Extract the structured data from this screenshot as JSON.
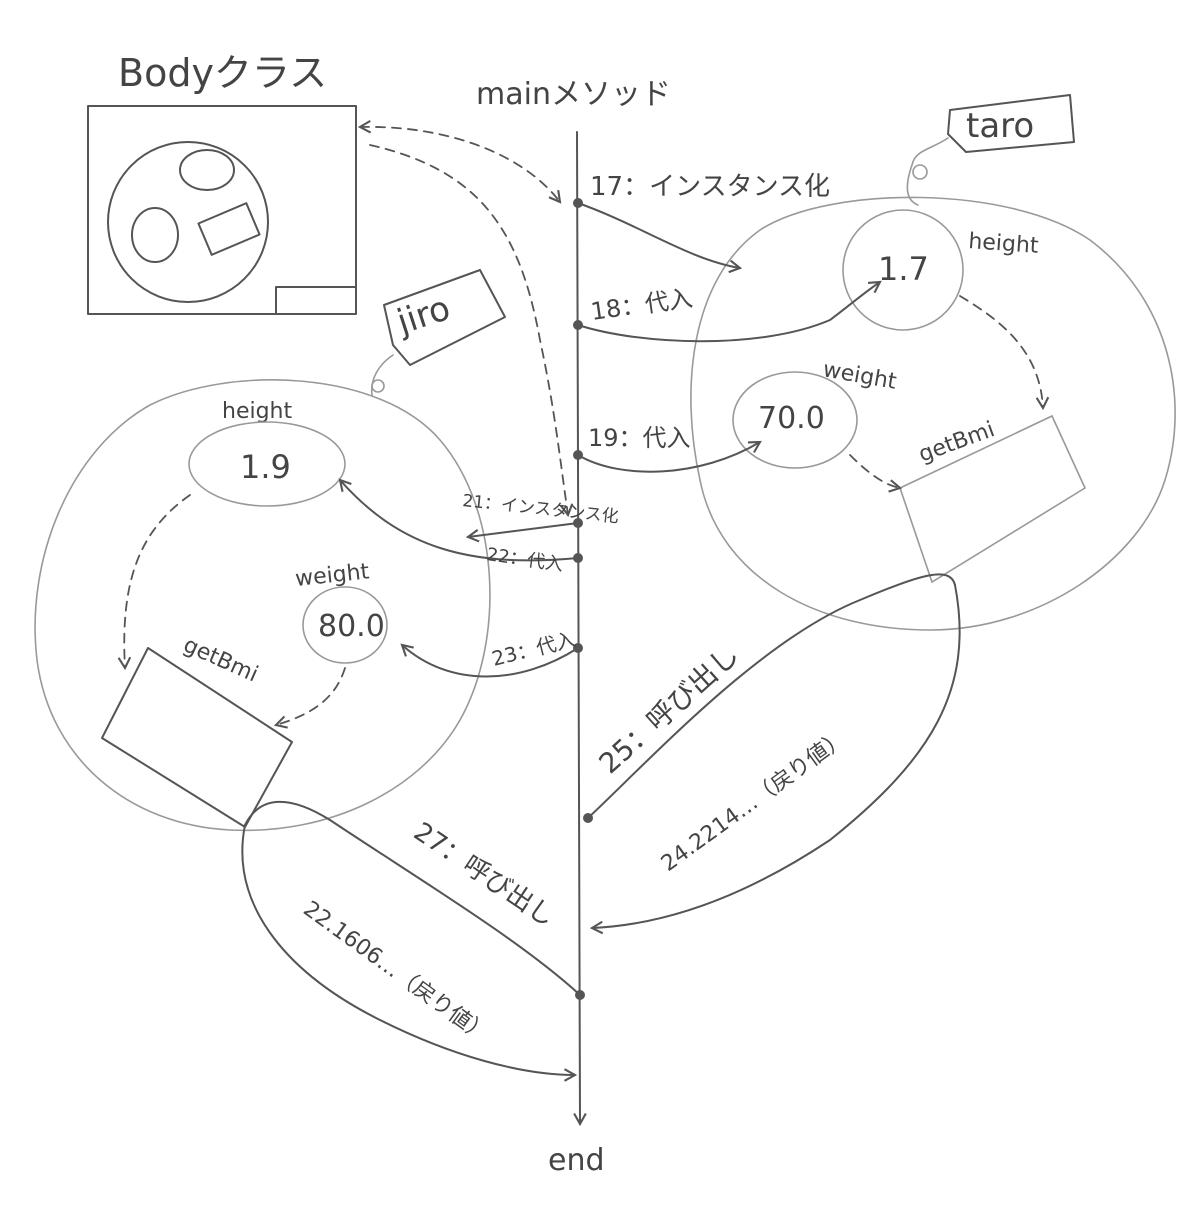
{
  "diagram": {
    "title_class": "Bodyクラス",
    "title_main": "mainメソッド",
    "end_label": "end",
    "taro": {
      "tag": "taro",
      "height_label": "height",
      "height_value": "1.7",
      "weight_label": "weight",
      "weight_value": "70.0",
      "method_label": "getBmi"
    },
    "jiro": {
      "tag": "jiro",
      "height_label": "height",
      "height_value": "1.9",
      "weight_label": "weight",
      "weight_value": "80.0",
      "method_label": "getBmi"
    },
    "steps": {
      "s17": "17：インスタンス化",
      "s18": "18：代入",
      "s19": "19：代入",
      "s21": "21：インスタンス化",
      "s22": "22：代入",
      "s23": "23：代入",
      "s25": "25：呼び出し",
      "s27": "27：呼び出し"
    },
    "returns": {
      "taro_bmi": "24.2214…（戻り値）",
      "jiro_bmi": "22.1606…（戻り値）"
    }
  }
}
